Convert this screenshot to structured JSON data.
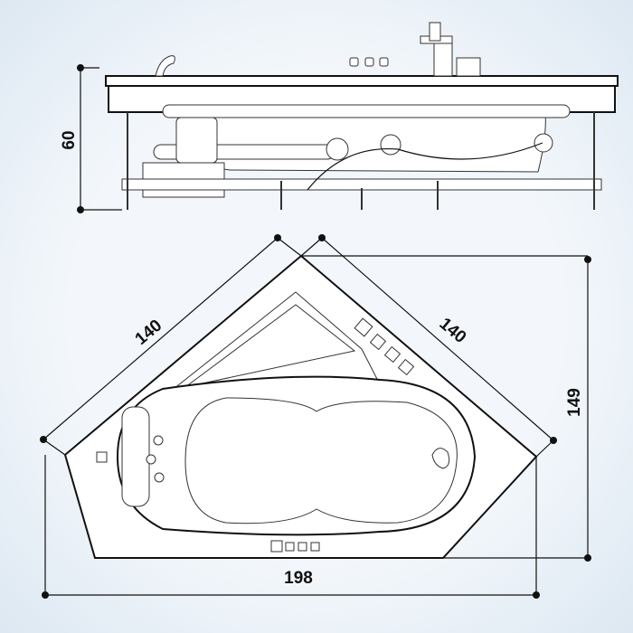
{
  "dimensions": {
    "height": "60",
    "side_left": "140",
    "side_right": "140",
    "depth": "149",
    "width": "198"
  },
  "colors": {
    "line": "#111111",
    "background": "#eef3f8",
    "fill": "#ffffff"
  }
}
